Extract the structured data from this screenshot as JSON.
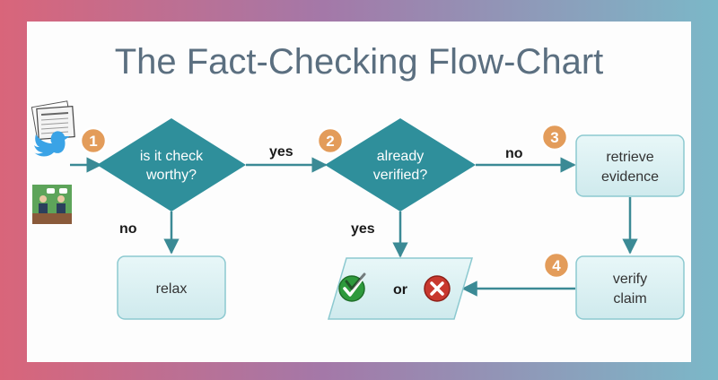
{
  "title": "The Fact-Checking Flow-Chart",
  "nodes": {
    "check_worthy": {
      "line1": "is it check",
      "line2": "worthy?"
    },
    "already_verified": {
      "line1": "already",
      "line2": "verified?"
    },
    "retrieve_evidence": {
      "line1": "retrieve",
      "line2": "evidence"
    },
    "verify_claim": {
      "line1": "verify",
      "line2": "claim"
    },
    "relax": {
      "label": "relax"
    },
    "outcome": {
      "label": "or"
    }
  },
  "edges": {
    "check_yes": "yes",
    "check_no": "no",
    "verified_no": "no",
    "verified_yes": "yes"
  },
  "badges": [
    "1",
    "2",
    "3",
    "4"
  ],
  "colors": {
    "diamond": "#2f8f9b",
    "box": "#dcf1f3",
    "box_border": "#8cc9d0",
    "arrow": "#3b8a95",
    "badge": "#e39c5a",
    "title": "#5b6f80",
    "check": "#2e9a3c",
    "cross": "#c8382e"
  },
  "icons": [
    "newspaper-icon",
    "twitter-bird-icon",
    "debate-people-icon",
    "check-mark-icon",
    "cross-mark-icon"
  ]
}
